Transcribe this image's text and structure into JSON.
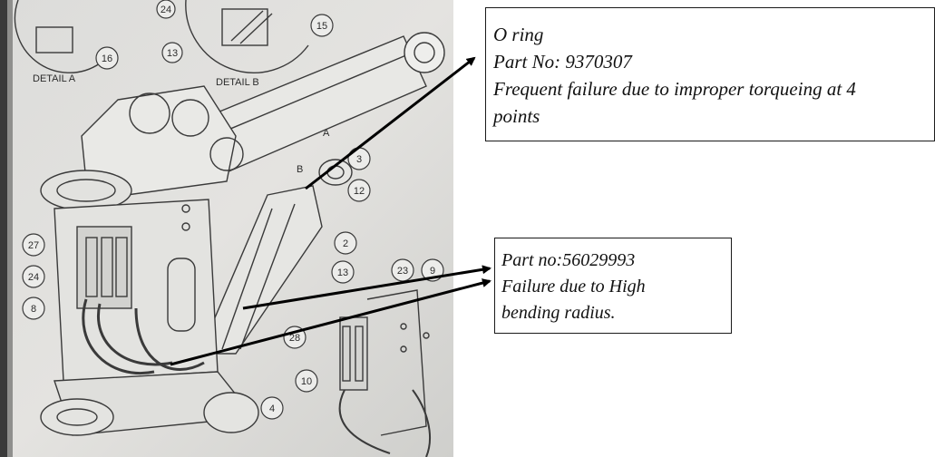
{
  "callouts": [
    {
      "lines": [
        "O ring",
        "Part No: 9370307",
        "Frequent failure due to improper torqueing at 4",
        "points"
      ]
    },
    {
      "lines": [
        "Part no:56029993",
        "Failure due to High",
        "bending radius."
      ]
    }
  ],
  "drawing": {
    "detail_labels": [
      "DETAIL A",
      "DETAIL B",
      "A",
      "B"
    ],
    "part_numbers": [
      "16",
      "24",
      "15",
      "13",
      "3",
      "12",
      "2",
      "27",
      "24",
      "8",
      "13",
      "23",
      "9",
      "28",
      "10",
      "4"
    ]
  }
}
